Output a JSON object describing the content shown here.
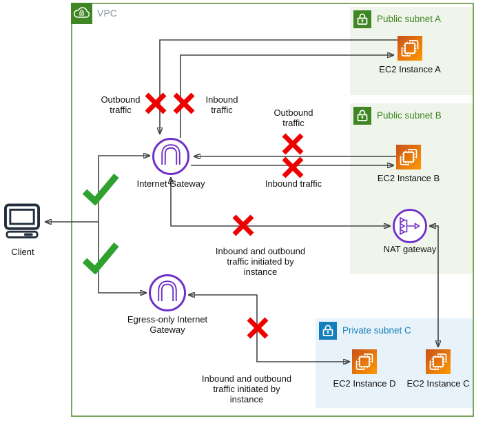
{
  "colors": {
    "vpc_border": "#7AA75C",
    "aws_green": "#3F8624",
    "public_subnet_bg": "#F0F5EC",
    "private_blue": "#147EBA",
    "private_subnet_bg": "#E8F2FA",
    "ec2_gradient_start": "#C8511B",
    "ec2_gradient_end": "#FF9900",
    "gateway_purple": "#6E30C8",
    "blocked_red": "#EE0000",
    "allowed_green": "#2EA12E",
    "line": "#444444",
    "text": "#111111",
    "vpc_label_text": "#8C969E",
    "client_dark": "#232F3E"
  },
  "vpc": {
    "label": "VPC"
  },
  "subnets": {
    "a": {
      "label": "Public subnet A",
      "type": "public"
    },
    "b": {
      "label": "Public subnet B",
      "type": "public"
    },
    "c": {
      "label": "Private subnet C",
      "type": "private"
    }
  },
  "nodes": {
    "client": {
      "label": "Client"
    },
    "igw": {
      "label": "Internet Gateway"
    },
    "eigw": {
      "label": "Egress-only Internet Gateway"
    },
    "nat": {
      "label": "NAT gateway"
    },
    "ec2a": {
      "label": "EC2 Instance A"
    },
    "ec2b": {
      "label": "EC2 Instance B"
    },
    "ec2c": {
      "label": "EC2 Instance C"
    },
    "ec2d": {
      "label": "EC2 Instance D"
    }
  },
  "annotations": {
    "outbound_top": "Outbound traffic",
    "inbound_top": "Inbound traffic",
    "outbound_mid": "Outbound traffic",
    "inbound_mid": "Inbound traffic",
    "initiated_mid": "Inbound and outbound traffic initiated by instance",
    "initiated_bottom": "Inbound and outbound traffic initiated by instance"
  }
}
